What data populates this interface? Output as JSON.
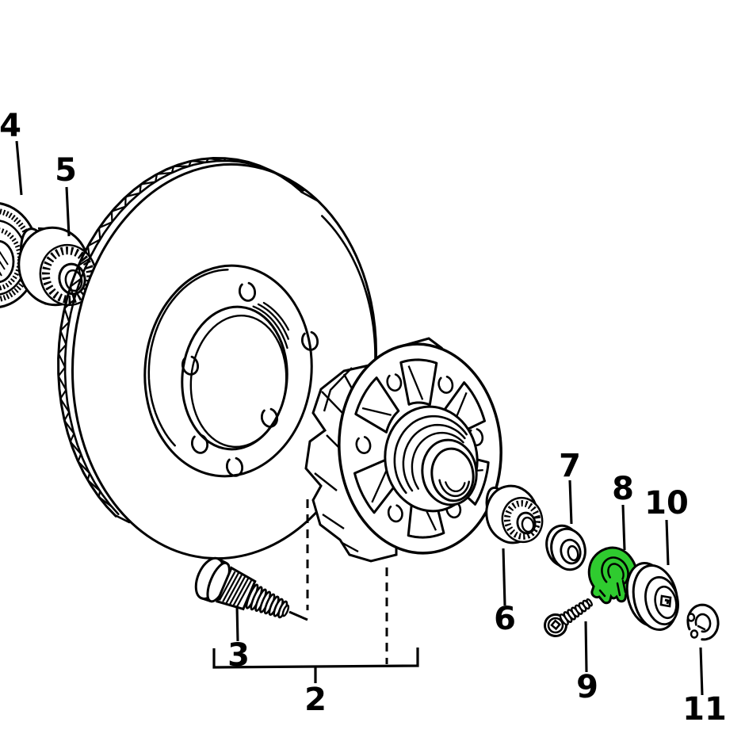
{
  "diagram": {
    "type": "exploded-parts-diagram",
    "background_color": "#ffffff",
    "line_color": "#000000",
    "highlight_color": "#2FCB2F",
    "highlighted_part": "8"
  },
  "parts": [
    {
      "label": "4"
    },
    {
      "label": "5"
    },
    {
      "label": "3"
    },
    {
      "label": "2"
    },
    {
      "label": "6"
    },
    {
      "label": "7"
    },
    {
      "label": "8"
    },
    {
      "label": "9"
    },
    {
      "label": "10"
    },
    {
      "label": "11"
    }
  ]
}
